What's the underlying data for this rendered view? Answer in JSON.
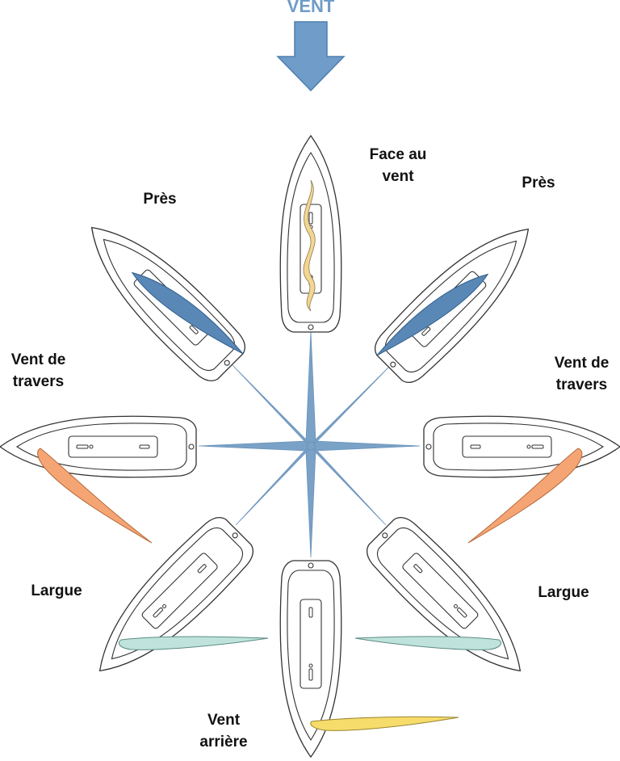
{
  "wind": {
    "label": "VENT"
  },
  "points_of_sail": {
    "face_au_vent": {
      "line1": "Face au",
      "line2": "vent"
    },
    "pres_left": {
      "label": "Près"
    },
    "pres_right": {
      "label": "Près"
    },
    "travers_left": {
      "line1": "Vent de",
      "line2": "travers"
    },
    "travers_right": {
      "line1": "Vent de",
      "line2": "travers"
    },
    "largue_left": {
      "label": "Largue"
    },
    "largue_right": {
      "label": "Largue"
    },
    "arriere": {
      "line1": "Vent",
      "line2": "arrière"
    }
  },
  "colors": {
    "wind_arrow": "#6f9cc8",
    "compass": "#7aa1c6",
    "sail_luffing": "#f3d690",
    "sail_close_hauled": "#5a88b6",
    "sail_beam_reach": "#f5a574",
    "sail_broad_reach": "#bfe3dc",
    "sail_running": "#f6dc6a",
    "hull_outline": "#333333"
  }
}
